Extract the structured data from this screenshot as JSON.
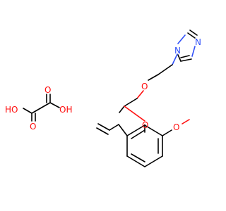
{
  "colors": {
    "bond": "#000000",
    "oxygen": "#ff0d0d",
    "nitrogen": "#3050f8",
    "background": "#ffffff"
  },
  "labels": {
    "imidazole_n3": "N",
    "imidazole_n1": "N",
    "ether_o_upper": "O",
    "ether_o_aryl": "O",
    "methoxy_o": "O",
    "oxalic_o_upper": "O",
    "oxalic_ho_left": "HO",
    "oxalic_oh_right": "OH",
    "oxalic_o_lower": "O"
  }
}
